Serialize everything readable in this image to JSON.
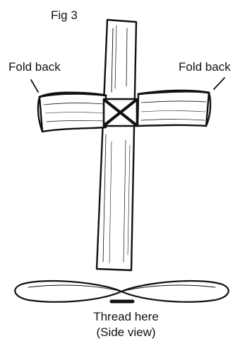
{
  "figure": {
    "label": "Fig 3"
  },
  "annotations": {
    "fold_left": "Fold back",
    "fold_right": "Fold back"
  },
  "caption": {
    "line1": "Thread here",
    "line2": "(Side view)"
  }
}
